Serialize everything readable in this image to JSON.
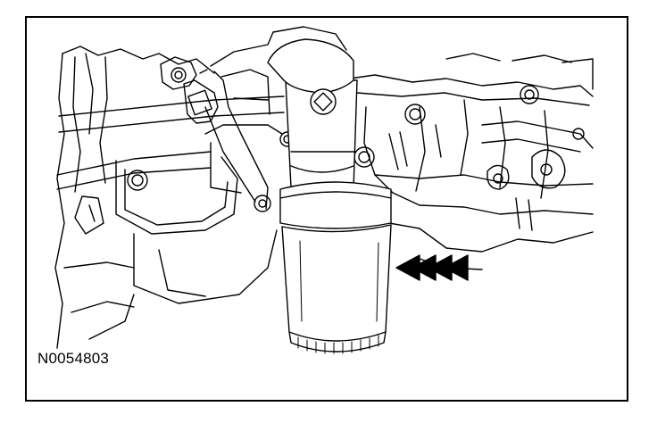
{
  "figure": {
    "id_label": "N0054803",
    "icons": [
      "engine-block-illustration",
      "oil-filter",
      "arrow-icon",
      "bolt-icon",
      "sensor-connector-icon"
    ],
    "colors": {
      "line": "#000000",
      "background": "#ffffff"
    }
  }
}
